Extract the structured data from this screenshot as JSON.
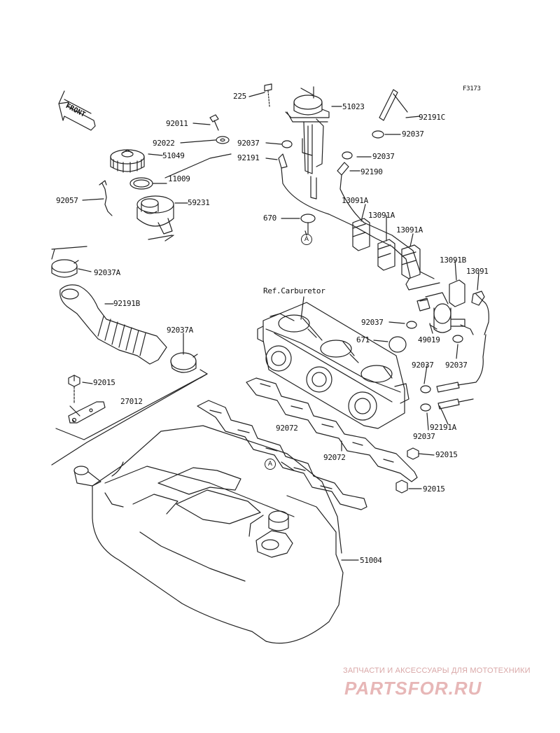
{
  "figure_code": "F3173",
  "front_label": "FRONT",
  "ref_label": "Ref.Carburetor",
  "callout_letter": "A",
  "watermark": {
    "tagline": "ЗАПЧАСТИ И АКСЕССУАРЫ ДЛЯ МОТОТЕХНИКИ",
    "site": "PARTSFOR.RU"
  },
  "parts": [
    {
      "id": "225",
      "text": "225"
    },
    {
      "id": "51023",
      "text": "51023"
    },
    {
      "id": "92191c",
      "text": "92191C"
    },
    {
      "id": "92037-a",
      "text": "92037"
    },
    {
      "id": "92011",
      "text": "92011"
    },
    {
      "id": "92037-b",
      "text": "92037"
    },
    {
      "id": "92037-c",
      "text": "92037"
    },
    {
      "id": "92022",
      "text": "92022"
    },
    {
      "id": "92191",
      "text": "92191"
    },
    {
      "id": "92190",
      "text": "92190"
    },
    {
      "id": "51049",
      "text": "51049"
    },
    {
      "id": "11009",
      "text": "11009"
    },
    {
      "id": "92057",
      "text": "92057"
    },
    {
      "id": "59231",
      "text": "59231"
    },
    {
      "id": "13091a-1",
      "text": "13091A"
    },
    {
      "id": "13091a-2",
      "text": "13091A"
    },
    {
      "id": "13091a-3",
      "text": "13091A"
    },
    {
      "id": "670",
      "text": "670"
    },
    {
      "id": "13091b",
      "text": "13091B"
    },
    {
      "id": "13091",
      "text": "13091"
    },
    {
      "id": "92037a-1",
      "text": "92037A"
    },
    {
      "id": "92191b",
      "text": "92191B"
    },
    {
      "id": "92037-d",
      "text": "92037"
    },
    {
      "id": "671",
      "text": "671"
    },
    {
      "id": "49019",
      "text": "49019"
    },
    {
      "id": "92037a-2",
      "text": "92037A"
    },
    {
      "id": "92037-e",
      "text": "92037"
    },
    {
      "id": "92037-f",
      "text": "92037"
    },
    {
      "id": "92015-a",
      "text": "92015"
    },
    {
      "id": "27012",
      "text": "27012"
    },
    {
      "id": "92191a",
      "text": "92191A"
    },
    {
      "id": "92037-g",
      "text": "92037"
    },
    {
      "id": "92072-a",
      "text": "92072"
    },
    {
      "id": "92072-b",
      "text": "92072"
    },
    {
      "id": "92015-b",
      "text": "92015"
    },
    {
      "id": "92015-c",
      "text": "92015"
    },
    {
      "id": "51004",
      "text": "51004"
    }
  ]
}
